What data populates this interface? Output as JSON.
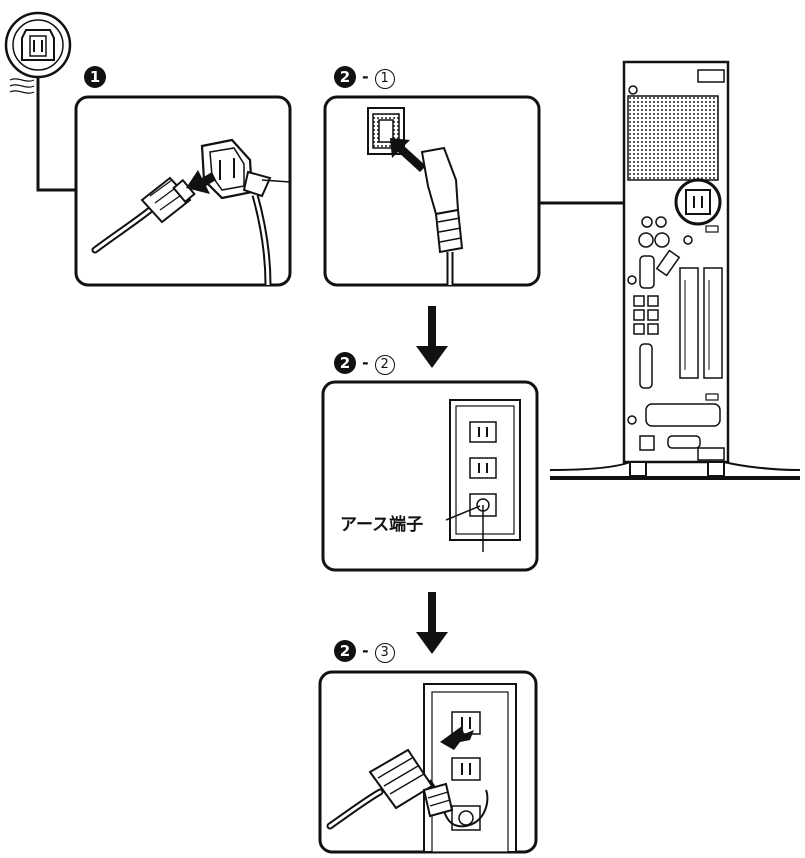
{
  "step1": {
    "number": "1"
  },
  "step2_1": {
    "number": "2",
    "sep": "-",
    "sub": "1"
  },
  "step2_2": {
    "number": "2",
    "sep": "-",
    "sub": "2"
  },
  "step2_3": {
    "number": "2",
    "sep": "-",
    "sub": "3"
  },
  "panel_2_2": {
    "earth_label": "アース端子"
  }
}
